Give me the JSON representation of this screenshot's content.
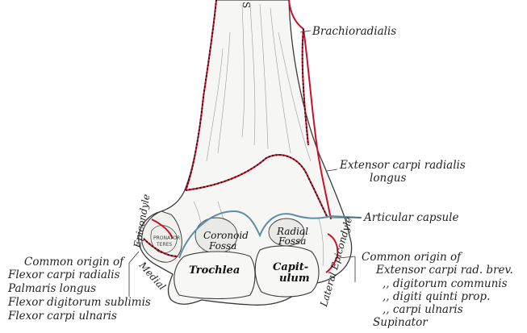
{
  "labels": {
    "brachioradialis": "Brachioradialis",
    "ecrl_1": "Extensor carpi radialis",
    "ecrl_2": "longus",
    "articular_capsule": "Articular capsule",
    "common_origin_lateral": "Common origin of",
    "lateral_1": "Extensor carpi rad. brev.",
    "lateral_2": ",,  digitorum communis",
    "lateral_3": ",,  digiti quinti prop.",
    "lateral_4": ",,  carpi ulnaris",
    "supinator": "Supinator",
    "common_origin_medial": "Common origin of",
    "medial_1": "Flexor carpi radialis",
    "medial_2": "Palmaris longus",
    "medial_3": "Flexor digitorum sublimis",
    "medial_4": "Flexor carpi ulnaris",
    "medial_epicondyle_a": "Epicondyle",
    "medial_epicondyle_b": "Medial",
    "lateral_epicondyle": "Lateral Epicondyle",
    "trochlea": "Trochlea",
    "capitulum_1": "Capit-",
    "capitulum_2": "ulum",
    "coronoid_1": "Coronoid",
    "coronoid_2": "Fossa",
    "radial_1": "Radial",
    "radial_2": "Fossa",
    "pronator_1": "PRONATOR",
    "pronator_2": "TERES",
    "shaft_mark": "S"
  },
  "colors": {
    "muscle_line": "#c8102e",
    "capsule_line": "#5b8fa8",
    "bone_stroke": "#3a3a3a",
    "label_text": "#222222"
  }
}
